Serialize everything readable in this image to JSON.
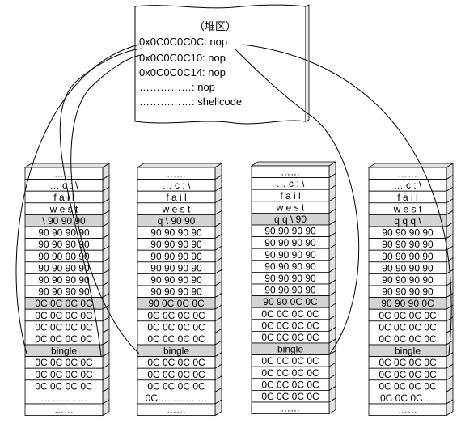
{
  "heap": {
    "title": "（堆区）",
    "lines": [
      "0x0C0C0C0C: nop",
      "0x0C0C0C10: nop",
      "0x0C0C0C14: nop",
      "……………: nop",
      "……………: shellcode"
    ]
  },
  "stacks": [
    {
      "rows": [
        {
          "text": "……",
          "style": "white"
        },
        {
          "text": "… c : \\",
          "style": "white"
        },
        {
          "text": "f a i l",
          "style": "white"
        },
        {
          "text": "w e s t",
          "style": "white"
        },
        {
          "text": "\\ 90 90 90",
          "style": "gray"
        },
        {
          "text": "90 90 90 90",
          "style": "white"
        },
        {
          "text": "90 90 90 90",
          "style": "white"
        },
        {
          "text": "90 90 90 90",
          "style": "white"
        },
        {
          "text": "90 90 90 90",
          "style": "white"
        },
        {
          "text": "90 90 90 90",
          "style": "white"
        },
        {
          "text": "90 90 90 90",
          "style": "white"
        },
        {
          "text": "0C 0C 0C 0C",
          "style": "gray"
        },
        {
          "text": "0C 0C 0C 0C",
          "style": "white"
        },
        {
          "text": "0C 0C 0C 0C",
          "style": "white"
        },
        {
          "text": "0C 0C 0C 0C",
          "style": "white"
        },
        {
          "text": "bingle",
          "style": "gray"
        },
        {
          "text": "0C 0C 0C 0C",
          "style": "white"
        },
        {
          "text": "0C 0C 0C 0C",
          "style": "white"
        },
        {
          "text": "0C 0C 0C 0C",
          "style": "white"
        },
        {
          "text": "… … … …",
          "style": "white"
        },
        {
          "text": "……",
          "style": "white"
        }
      ]
    },
    {
      "rows": [
        {
          "text": "……",
          "style": "white"
        },
        {
          "text": "… c : \\",
          "style": "white"
        },
        {
          "text": "f a i l",
          "style": "white"
        },
        {
          "text": "w e s t",
          "style": "white"
        },
        {
          "text": "q \\ 90 90",
          "style": "gray"
        },
        {
          "text": "90 90 90 90",
          "style": "white"
        },
        {
          "text": "90 90 90 90",
          "style": "white"
        },
        {
          "text": "90 90 90 90",
          "style": "white"
        },
        {
          "text": "90 90 90 90",
          "style": "white"
        },
        {
          "text": "90 90 90 90",
          "style": "white"
        },
        {
          "text": "90 90 90 90",
          "style": "white"
        },
        {
          "text": "90 0C 0C 0C",
          "style": "gray"
        },
        {
          "text": "0C 0C 0C 0C",
          "style": "white"
        },
        {
          "text": "0C 0C 0C 0C",
          "style": "white"
        },
        {
          "text": "0C 0C 0C 0C",
          "style": "white"
        },
        {
          "text": "bingle",
          "style": "gray"
        },
        {
          "text": "0C 0C 0C 0C",
          "style": "white"
        },
        {
          "text": "0C 0C 0C 0C",
          "style": "white"
        },
        {
          "text": "0C 0C 0C 0C",
          "style": "white"
        },
        {
          "text": "0C … … … …",
          "style": "white"
        },
        {
          "text": "……",
          "style": "white"
        }
      ]
    },
    {
      "rows": [
        {
          "text": "……",
          "style": "white"
        },
        {
          "text": "… c : \\",
          "style": "white"
        },
        {
          "text": "f a i l",
          "style": "white"
        },
        {
          "text": "w e s t",
          "style": "white"
        },
        {
          "text": "q q \\ 90",
          "style": "gray"
        },
        {
          "text": "90 90 90 90",
          "style": "white"
        },
        {
          "text": "90 90 90 90",
          "style": "white"
        },
        {
          "text": "90 90 90 90",
          "style": "white"
        },
        {
          "text": "90 90 90 90",
          "style": "white"
        },
        {
          "text": "90 90 90 90",
          "style": "white"
        },
        {
          "text": "90 90 90 90",
          "style": "white"
        },
        {
          "text": "90 90 0C 0C",
          "style": "gray"
        },
        {
          "text": "0C 0C 0C 0C",
          "style": "white"
        },
        {
          "text": "0C 0C 0C 0C",
          "style": "white"
        },
        {
          "text": "0C 0C 0C 0C",
          "style": "white"
        },
        {
          "text": "bingle",
          "style": "gray"
        },
        {
          "text": "0C 0C 0C 0C",
          "style": "white"
        },
        {
          "text": "0C 0C 0C 0C",
          "style": "white"
        },
        {
          "text": "0C 0C 0C 0C",
          "style": "white"
        },
        {
          "text": "0C 0C 0C 0C",
          "style": "white"
        },
        {
          "text": "……",
          "style": "white"
        }
      ]
    },
    {
      "rows": [
        {
          "text": "……",
          "style": "white"
        },
        {
          "text": "… c : \\",
          "style": "white"
        },
        {
          "text": "f a i l",
          "style": "white"
        },
        {
          "text": "w e s t",
          "style": "white"
        },
        {
          "text": "q q q \\",
          "style": "gray"
        },
        {
          "text": "90 90 90 90",
          "style": "white"
        },
        {
          "text": "90 90 90 90",
          "style": "white"
        },
        {
          "text": "90 90 90 90",
          "style": "white"
        },
        {
          "text": "90 90 90 90",
          "style": "white"
        },
        {
          "text": "90 90 90 90",
          "style": "white"
        },
        {
          "text": "90 90 90 90",
          "style": "white"
        },
        {
          "text": "90 90 90 0C",
          "style": "gray"
        },
        {
          "text": "0C 0C 0C 0C",
          "style": "white"
        },
        {
          "text": "0C 0C 0C 0C",
          "style": "white"
        },
        {
          "text": "0C 0C 0C 0C",
          "style": "white"
        },
        {
          "text": "bingle",
          "style": "gray"
        },
        {
          "text": "0C 0C 0C 0C",
          "style": "white"
        },
        {
          "text": "0C 0C 0C 0C",
          "style": "white"
        },
        {
          "text": "0C 0C 0C 0C",
          "style": "white"
        },
        {
          "text": "0C 0C 0C …",
          "style": "white"
        },
        {
          "text": "……",
          "style": "white"
        }
      ]
    }
  ],
  "colors": {
    "gray_row": "#d4d4d4",
    "white_row": "#ffffff",
    "side_face": "#e2e2e2",
    "line": "#000000"
  }
}
